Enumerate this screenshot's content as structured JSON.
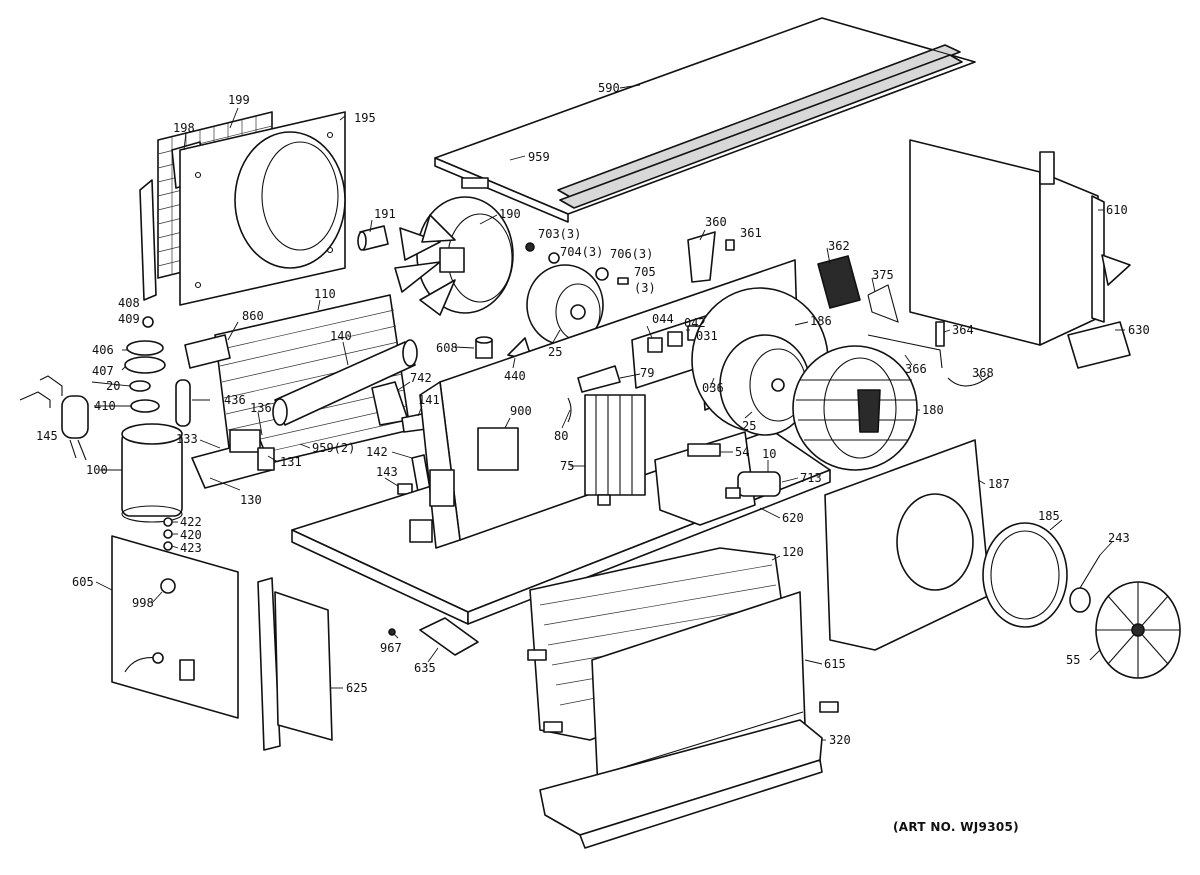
{
  "diagram": {
    "art_number": "(ART NO. WJ9305)",
    "callouts": {
      "p590": "590",
      "p959a": "959",
      "p199": "199",
      "p198": "198",
      "p195": "195",
      "p191": "191",
      "p190": "190",
      "p703": "703(3)",
      "p704": "704(3)",
      "p706": "706(3)",
      "p705a": "705",
      "p705b": "(3)",
      "p360": "360",
      "p361": "361",
      "p362": "362",
      "p375": "375",
      "p610": "610",
      "p630": "630",
      "p364": "364",
      "p366": "366",
      "p368": "368",
      "p408": "408",
      "p409": "409",
      "p860": "860",
      "p110": "110",
      "p140": "140",
      "p406": "406",
      "p407": "407",
      "p20": "20",
      "p410": "410",
      "p145": "145",
      "p436": "436",
      "p136": "136",
      "p133": "133",
      "p131": "131",
      "p130": "130",
      "p100": "100",
      "p422": "422",
      "p420": "420",
      "p423": "423",
      "p608": "608",
      "p440": "440",
      "p25a": "25",
      "p742": "742",
      "p141": "141",
      "p959b": "959(2)",
      "p142": "142",
      "p143": "143",
      "p900": "900",
      "p044": "044",
      "p042": "042",
      "p031": "031",
      "p186": "186",
      "p79": "79",
      "p036": "036",
      "p80": "80",
      "p75": "75",
      "p25b": "25",
      "p180": "180",
      "p54": "54",
      "p10": "10",
      "p713": "713",
      "p620": "620",
      "p187": "187",
      "p185": "185",
      "p243": "243",
      "p55": "55",
      "p605": "605",
      "p998": "998",
      "p625": "625",
      "p967": "967",
      "p635": "635",
      "p120": "120",
      "p615": "615",
      "p320": "320"
    }
  }
}
